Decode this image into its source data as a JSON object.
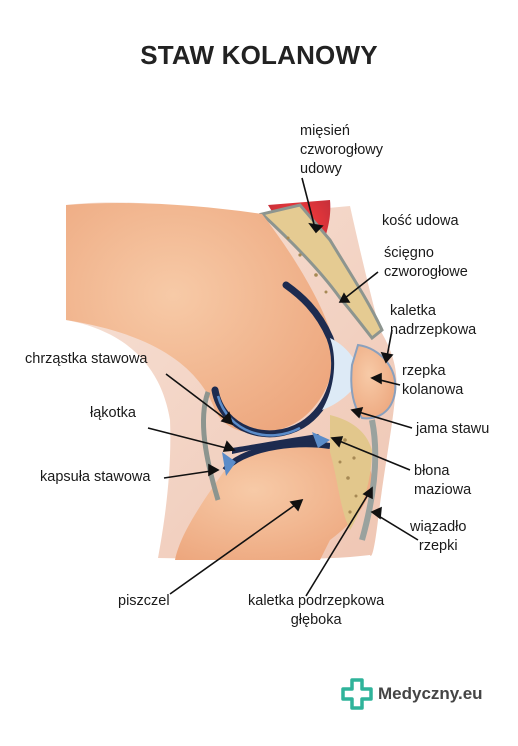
{
  "title": "STAW KOLANOWY",
  "labels": {
    "miesien": "mięsień\nczworogłowy\nudowy",
    "kosc_udowa": "kość udowa",
    "sciegno": "ścięgno\nczworogłowe",
    "kaletka_nadrzepkowa": "kaletka\nnadrzepkowa",
    "rzepka": "rzepka\nkolanowa",
    "chrzastka": "chrząstka stawowa",
    "jama": "jama stawu",
    "lakotka": "łąkotka",
    "blona": "błona\nmaziowa",
    "kapsula": "kapsuła stawowa",
    "wiazadlo": "wiązadło\nrzepki",
    "piszczel": "piszczel",
    "kaletka_podrzepkowa": "kaletka podrzepkowa\ngłęboka"
  },
  "brand": {
    "name": "Medyczny.eu",
    "icon": "medical-cross-icon"
  },
  "colors": {
    "skin": "#f2d3c4",
    "bone": "#f2b892",
    "muscle": "#e43a3a",
    "cartilage": "#1d2b4f",
    "tendon": "#9aa29e",
    "fat": "#dfc38a",
    "synovial": "#cfe0f2",
    "brand": "#2fb39a"
  }
}
